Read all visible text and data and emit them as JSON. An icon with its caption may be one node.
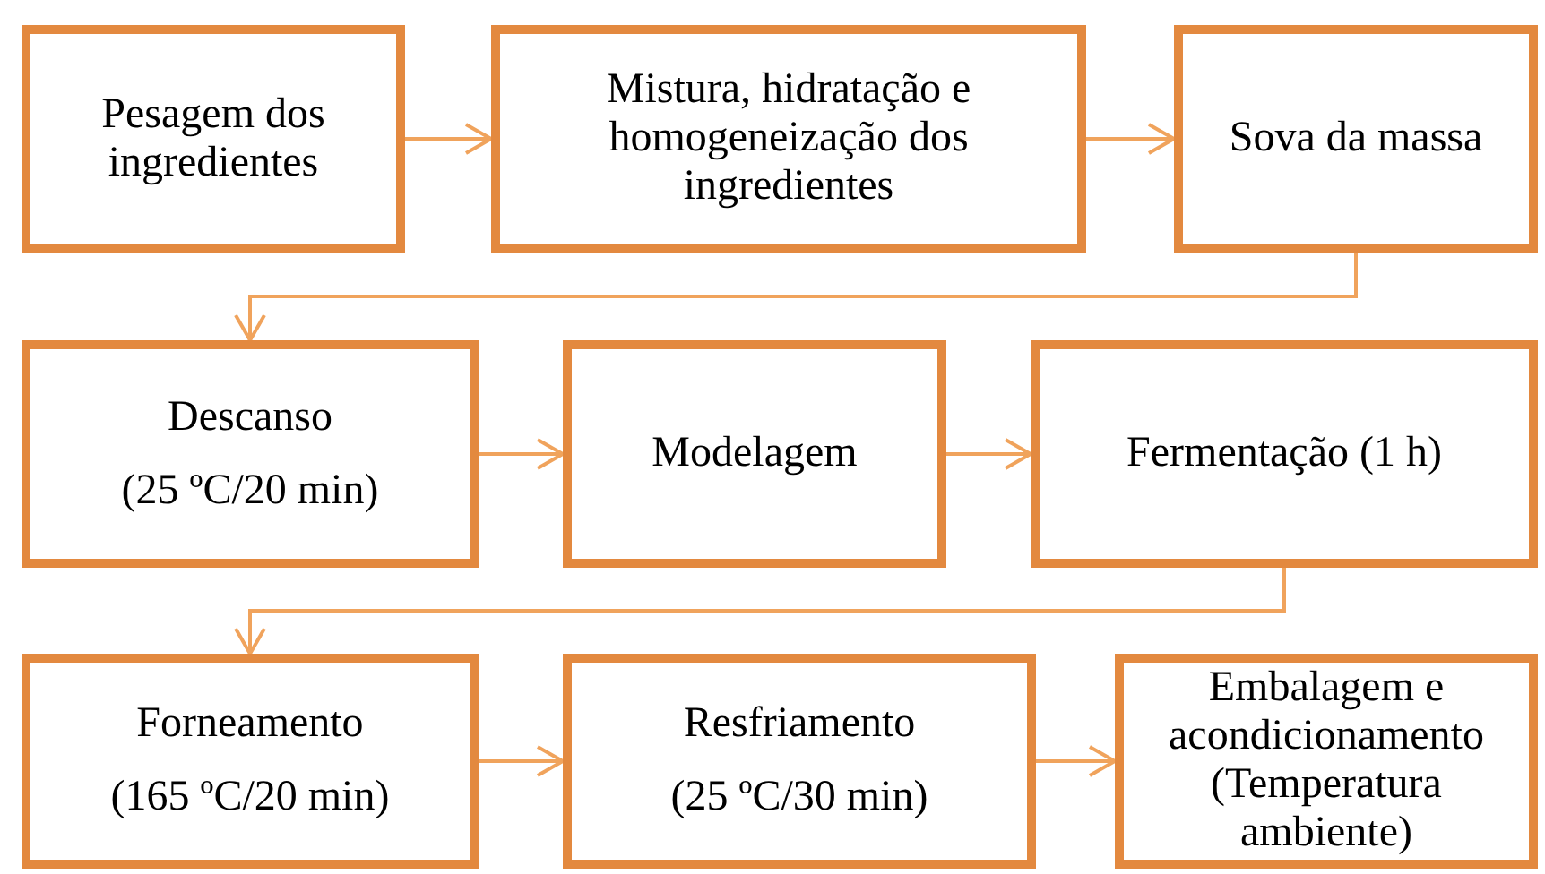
{
  "diagram": {
    "nodes": [
      {
        "text": [
          "Pesagem dos ingredientes"
        ]
      },
      {
        "text": [
          "Mistura, hidratação e homogeneização dos ingredientes"
        ]
      },
      {
        "text": [
          "Sova da massa"
        ]
      },
      {
        "text": [
          "Descanso",
          "(25 ºC/20 min)"
        ]
      },
      {
        "text": [
          "Modelagem"
        ]
      },
      {
        "text": [
          "Fermentação (1 h)"
        ]
      },
      {
        "text": [
          "Forneamento",
          "(165 ºC/20 min)"
        ]
      },
      {
        "text": [
          "Resfriamento",
          "(25 ºC/30 min)"
        ]
      },
      {
        "text": [
          "Embalagem e acondicionamento",
          "(Temperatura ambiente)"
        ]
      }
    ],
    "edges": [
      {
        "from": 0,
        "to": 1,
        "arrow": "to"
      },
      {
        "from": 1,
        "to": 2,
        "arrow": "to"
      },
      {
        "from": 2,
        "to": 3,
        "arrow": "to"
      },
      {
        "from": 3,
        "to": 4,
        "arrow": "to"
      },
      {
        "from": 4,
        "to": 5,
        "arrow": "to"
      },
      {
        "from": 5,
        "to": 6,
        "arrow": "to"
      },
      {
        "from": 6,
        "to": 7,
        "arrow": "to"
      },
      {
        "from": 7,
        "to": 8,
        "arrow": "to"
      }
    ]
  }
}
